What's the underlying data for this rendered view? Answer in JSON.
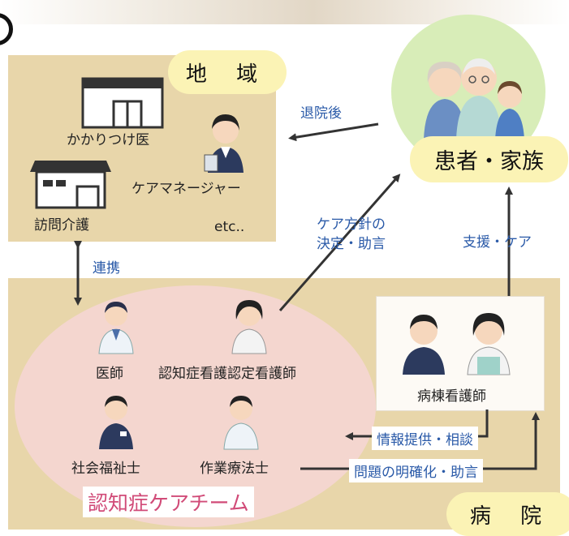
{
  "region": {
    "label": "地 域",
    "clinic_label": "かかりつけ医",
    "visit_care_label": "訪問介護",
    "care_manager_label": "ケアマネージャー",
    "etc_label": "etc.."
  },
  "patients": {
    "label": "患者・家族"
  },
  "arrows": {
    "after_discharge": "退院後",
    "policy_line1": "ケア方針の",
    "policy_line2": "決定・助言",
    "support_care": "支援・ケア",
    "cooperation": "連携",
    "info_consult": "情報提供・相談",
    "problem_advice": "問題の明確化・助言"
  },
  "team": {
    "title": "認知症ケアチーム",
    "doctor": "医師",
    "nurse": "認知症看護認定看護師",
    "social_worker": "社会福祉士",
    "ot": "作業療法士"
  },
  "ward": {
    "label": "病棟看護師"
  },
  "hospital": {
    "label": "病 院"
  },
  "colors": {
    "panel": "#e8d6aa",
    "pill": "#fbf3b5",
    "team_ellipse": "#f4d6cf",
    "team_title": "#d14b78",
    "arrow_text": "#2a5aa8",
    "patients_circle": "#d8edb8"
  }
}
